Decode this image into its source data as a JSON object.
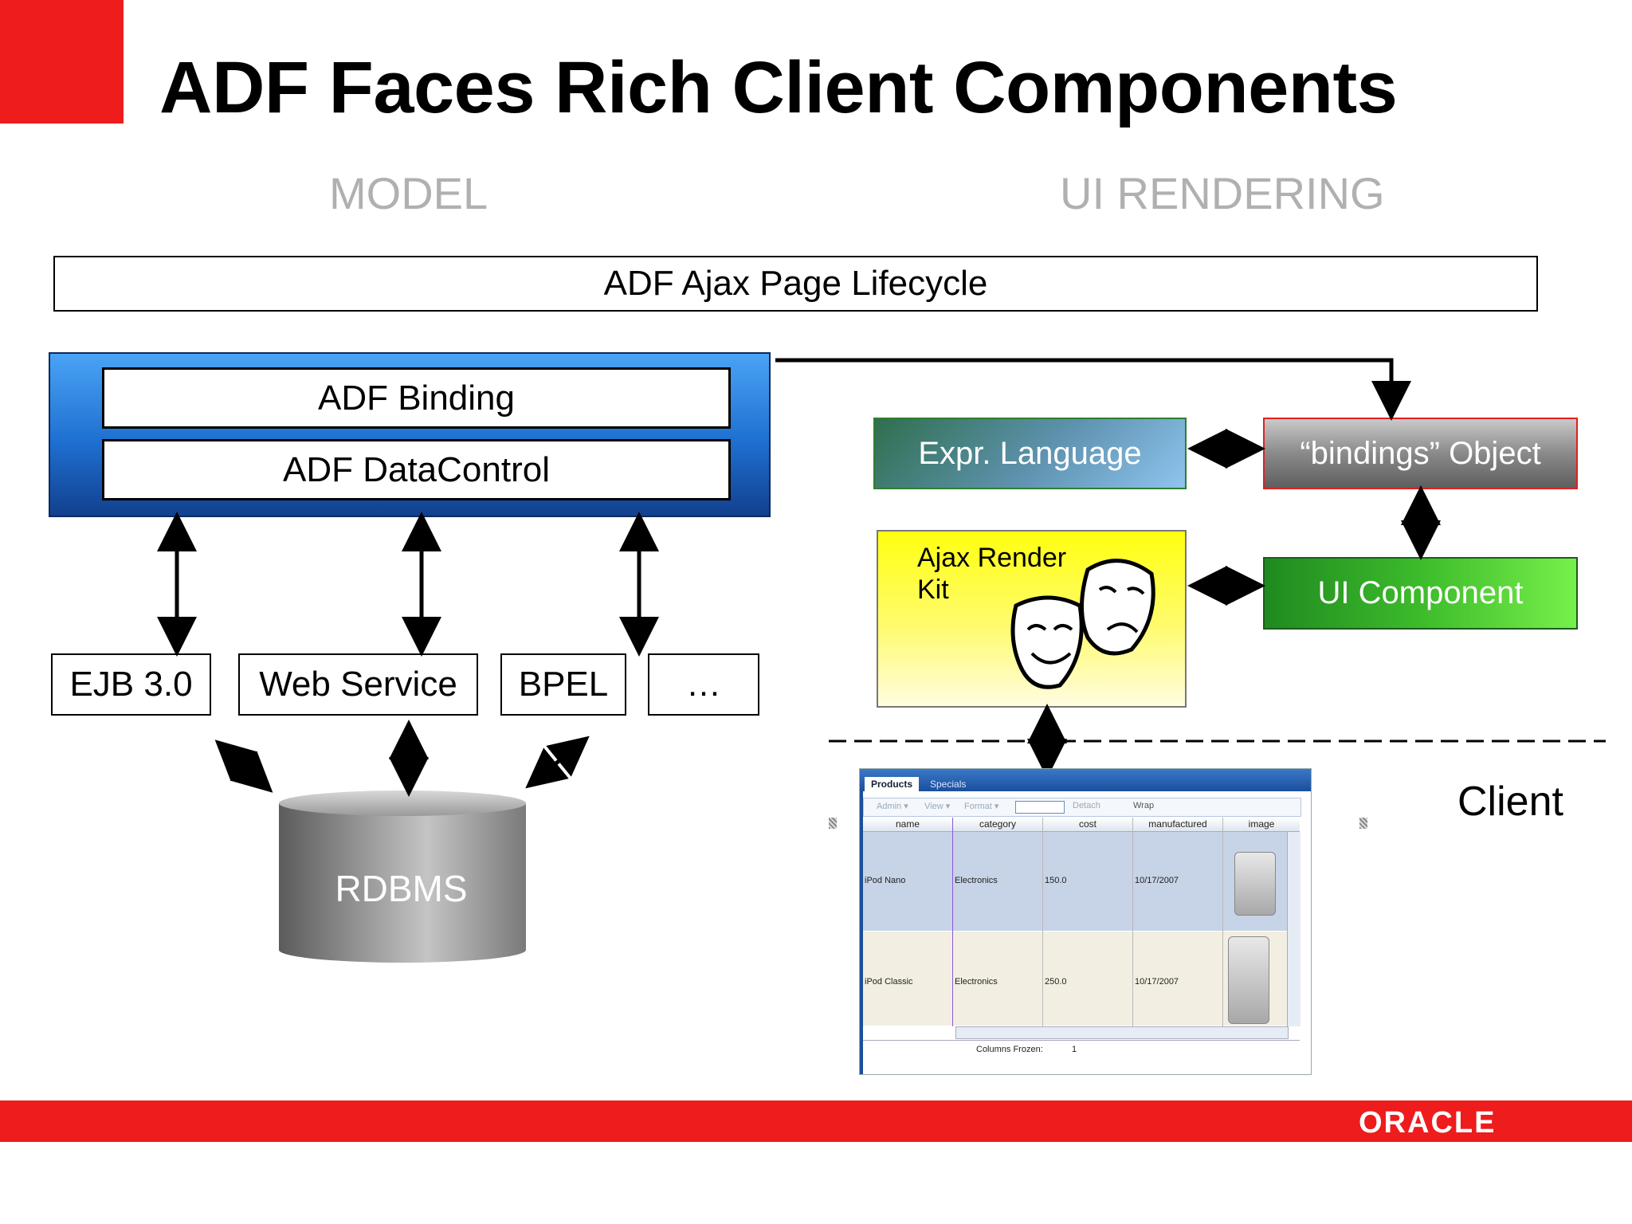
{
  "title": "ADF Faces Rich Client Components",
  "columns": {
    "model": "MODEL",
    "ui_rendering": "UI RENDERING"
  },
  "lifecycle": "ADF Ajax Page Lifecycle",
  "model_layer": {
    "binding": "ADF Binding",
    "datacontrol": "ADF DataControl"
  },
  "sources": [
    "EJB 3.0",
    "Web Service",
    "BPEL",
    "…"
  ],
  "database": "RDBMS",
  "ui_layer": {
    "expr_language": "Expr. Language",
    "bindings_object": "“bindings” Object",
    "ui_component": "UI Component",
    "ajax_render_kit": [
      "Ajax Render",
      "Kit"
    ]
  },
  "client_label": "Client",
  "client_screenshot": {
    "tabs": [
      "Products",
      "Specials"
    ],
    "toolbar": [
      "Admin ▾",
      "View ▾",
      "Format ▾",
      "Detach",
      "Wrap"
    ],
    "columns": [
      "name",
      "category",
      "cost",
      "manufactured",
      "image"
    ],
    "rows": [
      [
        "iPod Nano",
        "Electronics",
        "150.0",
        "10/17/2007"
      ],
      [
        "iPod Classic",
        "Electronics",
        "250.0",
        "10/17/2007"
      ]
    ],
    "status_label": "Columns Frozen:",
    "status_value": "1"
  },
  "footer_brand": "ORACLE",
  "colors": {
    "accent_red": "#ee1c1c",
    "model_blue": "#1e6fd0",
    "component_green": "#3dbb2b"
  }
}
